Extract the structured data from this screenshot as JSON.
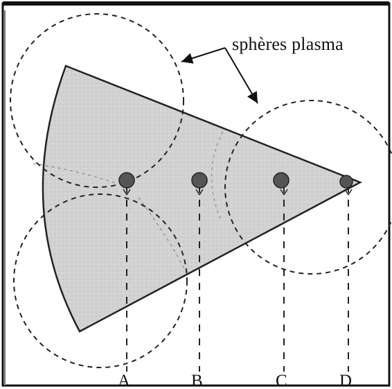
{
  "diagram": {
    "annotation": {
      "text": "sphères plasma"
    },
    "points": [
      {
        "label": "A"
      },
      {
        "label": "B"
      },
      {
        "label": "C"
      },
      {
        "label": "D"
      }
    ],
    "colors": {
      "frame": "#111111",
      "sector_fill": "#cfcfcf",
      "sector_stroke": "#222222",
      "dashes": "#222222",
      "markers": "#555555"
    }
  }
}
